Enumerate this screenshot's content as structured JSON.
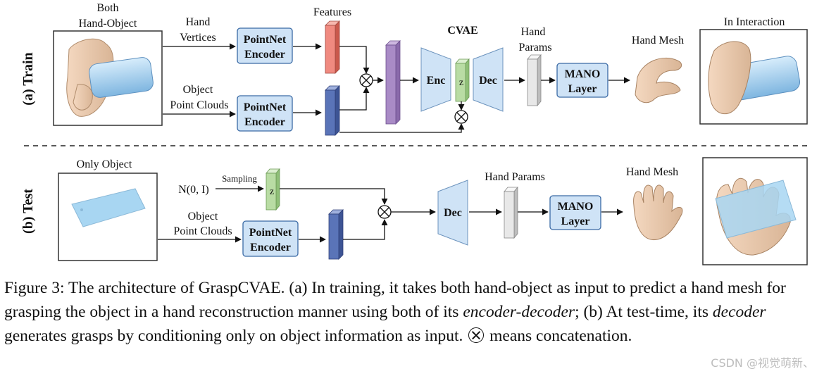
{
  "train": {
    "section_label": "(a) Train",
    "input_label_line1": "Both",
    "input_label_line2": "Hand-Object",
    "hand_vertices_line1": "Hand",
    "hand_vertices_line2": "Vertices",
    "object_pc_line1": "Object",
    "object_pc_line2": "Point Clouds",
    "encoder1_line1": "PointNet",
    "encoder1_line2": "Encoder",
    "encoder2_line1": "PointNet",
    "encoder2_line2": "Encoder",
    "features_label": "Features",
    "cvae_label": "CVAE",
    "enc_label": "Enc",
    "z_label": "z",
    "dec_label": "Dec",
    "hand_params_line1": "Hand",
    "hand_params_line2": "Params",
    "mano_line1": "MANO",
    "mano_line2": "Layer",
    "hand_mesh_label": "Hand Mesh",
    "interaction_label": "In Interaction"
  },
  "test": {
    "section_label": "(b) Test",
    "input_label": "Only Object",
    "noise_label": "N(0, I)",
    "sampling_label": "Sampling",
    "z_label": "z",
    "object_pc_line1": "Object",
    "object_pc_line2": "Point Clouds",
    "encoder_line1": "PointNet",
    "encoder_line2": "Encoder",
    "dec_label": "Dec",
    "hand_params_label": "Hand Params",
    "mano_line1": "MANO",
    "mano_line2": "Layer",
    "hand_mesh_label": "Hand Mesh"
  },
  "colors": {
    "box_fill": "#cfe3f6",
    "box_stroke": "#3a6aa5",
    "hand_feature": "#f08a80",
    "object_feature": "#5a74b8",
    "concat_feature": "#a98bc6",
    "encdec": "#cfe3f6",
    "latent": "#b9dca4",
    "params": "#e8e8e8"
  },
  "caption": {
    "lead": "Figure 3: The architecture of GraspCVAE. (a) In training, it takes both hand-object as input to predict a hand mesh for grasping the object in a hand reconstruction manner using both of its ",
    "em1": "encoder-decoder",
    "mid": "; (b) At test-time, its ",
    "em2": "decoder",
    "tail": " generates grasps by conditioning only on object information as input.",
    "tail2": " means concatenation."
  },
  "watermark": "CSDN @视觉萌新、"
}
